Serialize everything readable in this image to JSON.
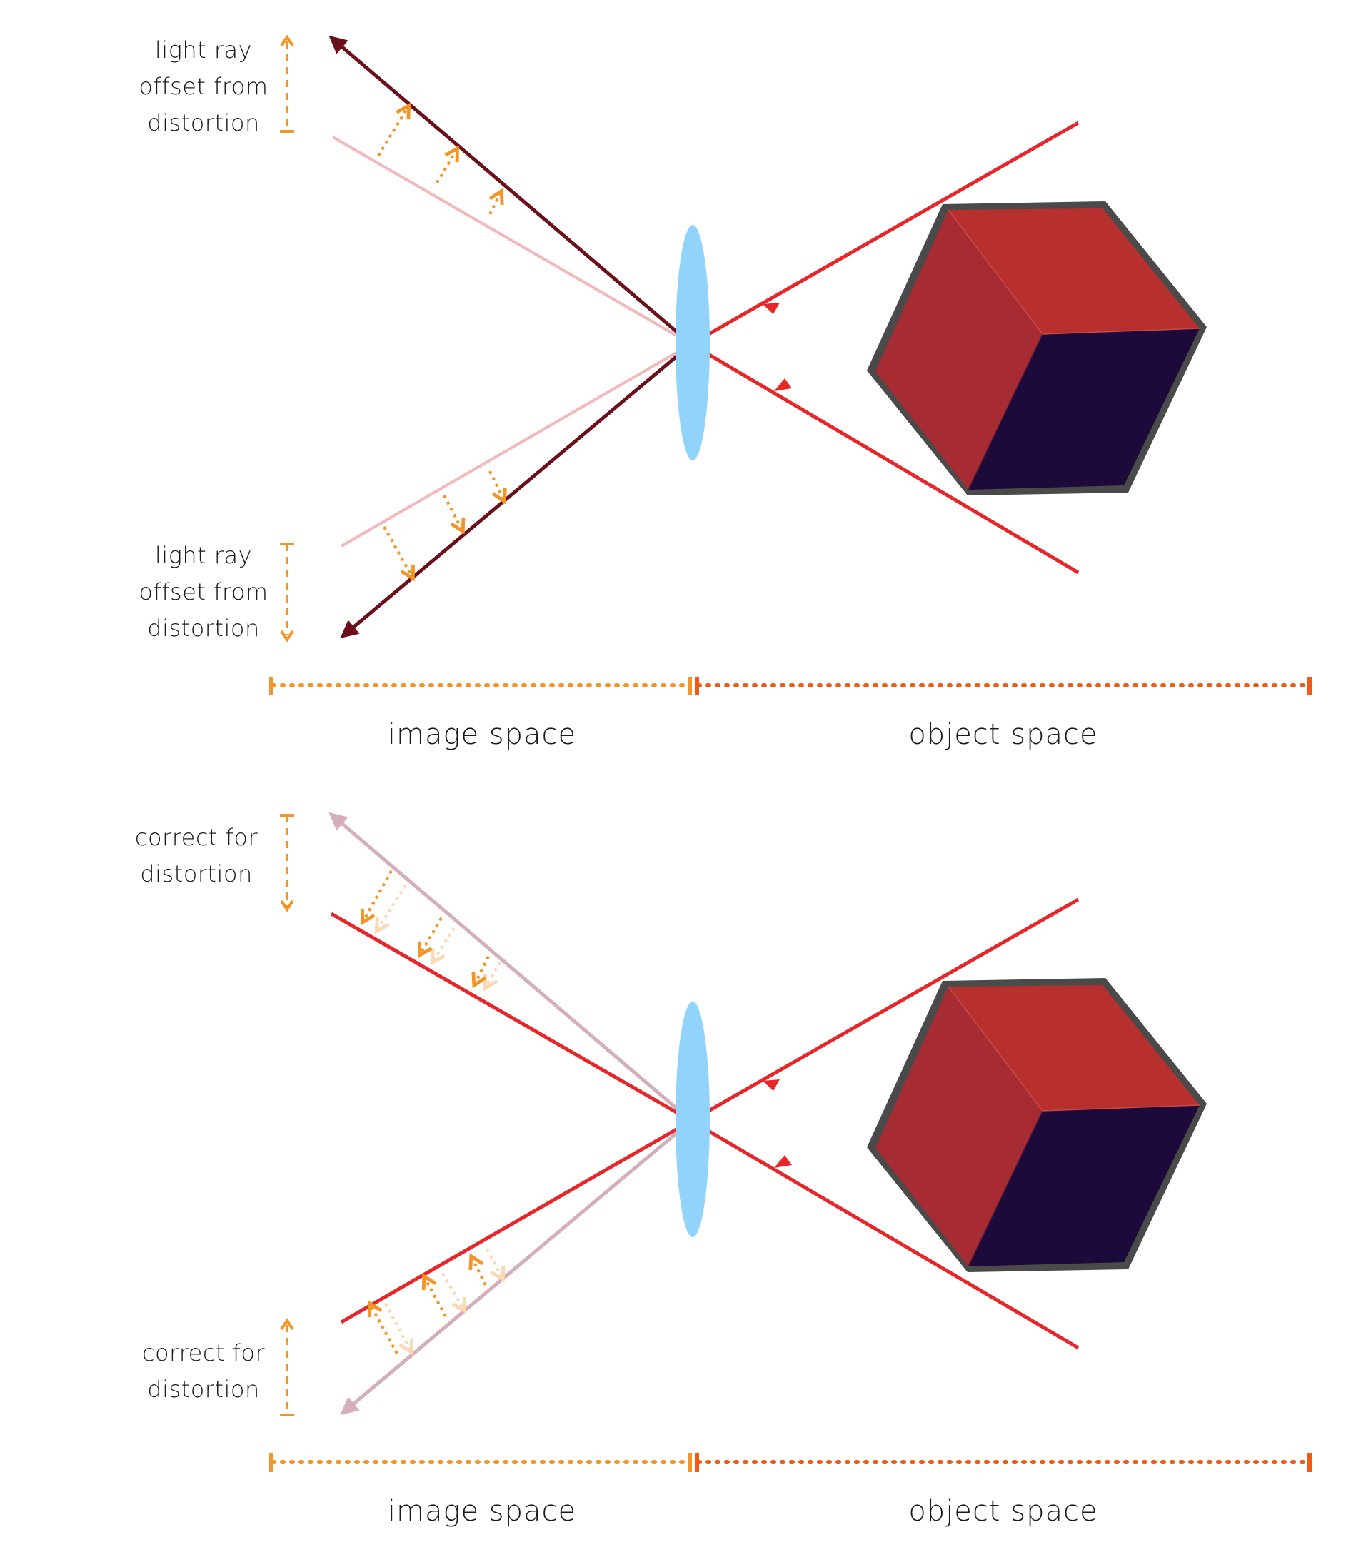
{
  "top_panel": {
    "upper_label": [
      "light ray",
      "offset from",
      "distortion"
    ],
    "lower_label": [
      "light ray",
      "offset from",
      "distortion"
    ],
    "image_space_label": "image space",
    "object_space_label": "object space"
  },
  "bottom_panel": {
    "upper_label": [
      "correct for",
      "distortion"
    ],
    "lower_label": [
      "correct for",
      "distortion"
    ],
    "image_space_label": "image space",
    "object_space_label": "object space"
  },
  "colors": {
    "ray_red": "#e8262a",
    "ray_dark": "#6b0f1a",
    "ray_pink": "#f3b8bb",
    "ray_mauve": "#d4aeb8",
    "lens_blue": "#92d3fb",
    "offset_orange": "#f39425",
    "object_orange": "#ef5a14",
    "cube_outline": "#4a4a4a",
    "cube_top": "#b8302e",
    "cube_left": "#a62b33",
    "cube_right": "#1c0a3a"
  },
  "icons": {
    "lens": "biconvex-lens-ellipse",
    "object": "isometric-cube"
  }
}
